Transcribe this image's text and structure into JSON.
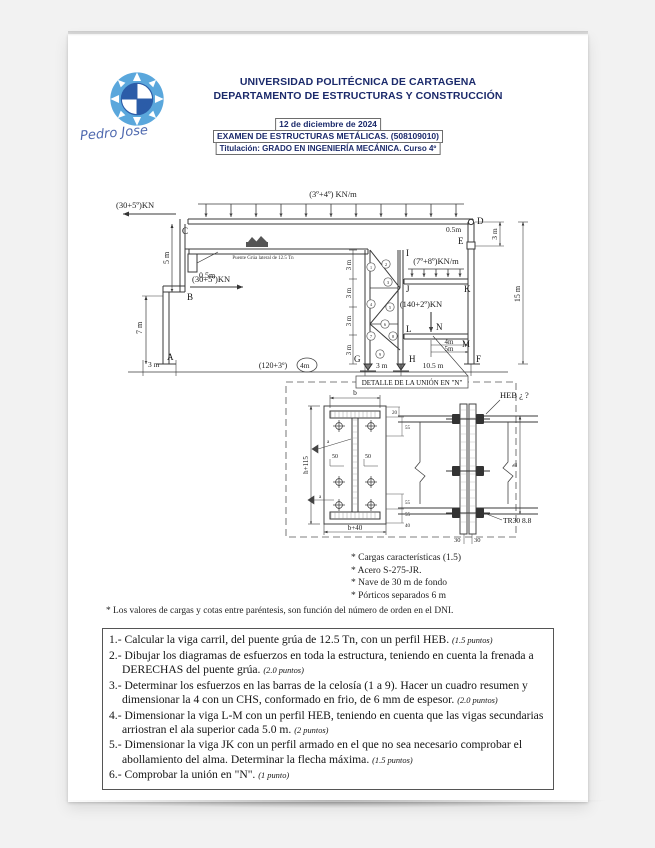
{
  "document": {
    "university": "UNIVERSIDAD POLITÉCNICA DE CARTAGENA",
    "department": "DEPARTAMENTO DE ESTRUCTURAS Y CONSTRUCCIÓN",
    "date": "12 de diciembre de 2024",
    "exam_line": "EXAMEN DE ESTRUCTURAS METÁLICAS. (508109010)",
    "degree_line": "Titulación: GRADO EN INGENIERÍA MECÁNICA. Curso 4º",
    "handwritten_name": "Pedro Jose",
    "logo_name": "upct-shield-logo"
  },
  "diagram": {
    "loads": {
      "top_udl": "(3º+4º) KN/m",
      "left_point_top": "(30+5º)KN",
      "left_point_mid": "(30+5º)KN",
      "right_udl": "(7º+8º)KN/m",
      "point_N": "(140+2º)KN"
    },
    "crane_label": "Puente Grúa lateral de 12.5 Tn",
    "nodes": [
      "A",
      "B",
      "C",
      "D",
      "E",
      "F",
      "G",
      "H",
      "I",
      "J",
      "K",
      "L",
      "M",
      "N"
    ],
    "dimensions": {
      "a_to_b_height": "7 m",
      "b_to_c_height": "5 m",
      "crane_offset": "0.5m",
      "truss_segments": [
        "3 m",
        "3 m",
        "3 m",
        "3 m"
      ],
      "base_left": "3 m",
      "span_bottom": "(120+3º)",
      "span_bottom_hand": "4m",
      "g_to_h": "3 m",
      "h_to_f": "10.5 m",
      "right_total_height": "15 m",
      "d_to_e": "3 m",
      "top_right_offset": "0.5m",
      "n_offset_4m": "4m",
      "n_offset_5m": "5m"
    },
    "truss_members": [
      "1",
      "2",
      "3",
      "4",
      "5",
      "6",
      "7",
      "8",
      "9"
    ],
    "detail": {
      "title": "DETALLE DE LA UNIÓN EN \"N\"",
      "width_top": "b",
      "width_bottom": "b+40",
      "height_left": "h+115",
      "height_right": "h",
      "edge_50_left": "50",
      "edge_50_right": "50",
      "dim_20": "20",
      "dim_55_a": "55",
      "dim_55_b": "55",
      "dim_55_c": "55",
      "dim_40": "40",
      "weld_a": "a",
      "weld_a2": "a",
      "profile_label": "HEB ¿ ?",
      "bolt_label": "TR30 8.8",
      "gap_left": "30",
      "gap_right": "30"
    }
  },
  "notes": {
    "right_list": [
      "* Cargas características (1.5)",
      "* Acero S-275-JR.",
      "* Nave de 30 m de fondo",
      "* Pórticos separados 6 m"
    ],
    "footnote": "* Los valores de cargas y cotas entre paréntesis, son función del número de orden en el DNI."
  },
  "questions": [
    {
      "num": "1.-",
      "text": "Calcular la viga carril, del puente grúa de 12.5 Tn, con un perfil HEB.",
      "points": "(1.5 puntos)"
    },
    {
      "num": "2.-",
      "text": "Dibujar los diagramas de esfuerzos en toda la estructura, teniendo en cuenta la frenada a DERECHAS del puente grúa.",
      "points": "(2.0 puntos)"
    },
    {
      "num": "3.-",
      "text": "Determinar los esfuerzos en las barras de la celosía (1 a 9). Hacer un cuadro resumen y dimensionar la 4 con un CHS, conformado en frio, de 6 mm de espesor.",
      "points": "(2.0 puntos)"
    },
    {
      "num": "4.-",
      "text": "Dimensionar la viga L-M con un perfil HEB, teniendo en cuenta que las vigas secundarias arriostran el ala superior cada 5.0 m.",
      "points": "(2 puntos)"
    },
    {
      "num": "5.-",
      "text": "Dimensionar la viga JK con un perfil armado en el que no sea necesario comprobar el abollamiento del alma. Determinar la flecha máxima.",
      "points": "(1.5 puntos)"
    },
    {
      "num": "6.-",
      "text": "Comprobar la unión en \"N\".",
      "points": "(1 punto)"
    }
  ],
  "colors": {
    "brand_blue": "#1b2a6b",
    "logo_blue": "#5aa7dc",
    "ink_blue": "#2f4ea1",
    "page_bg": "#f2f2f2",
    "line": "#555555"
  }
}
